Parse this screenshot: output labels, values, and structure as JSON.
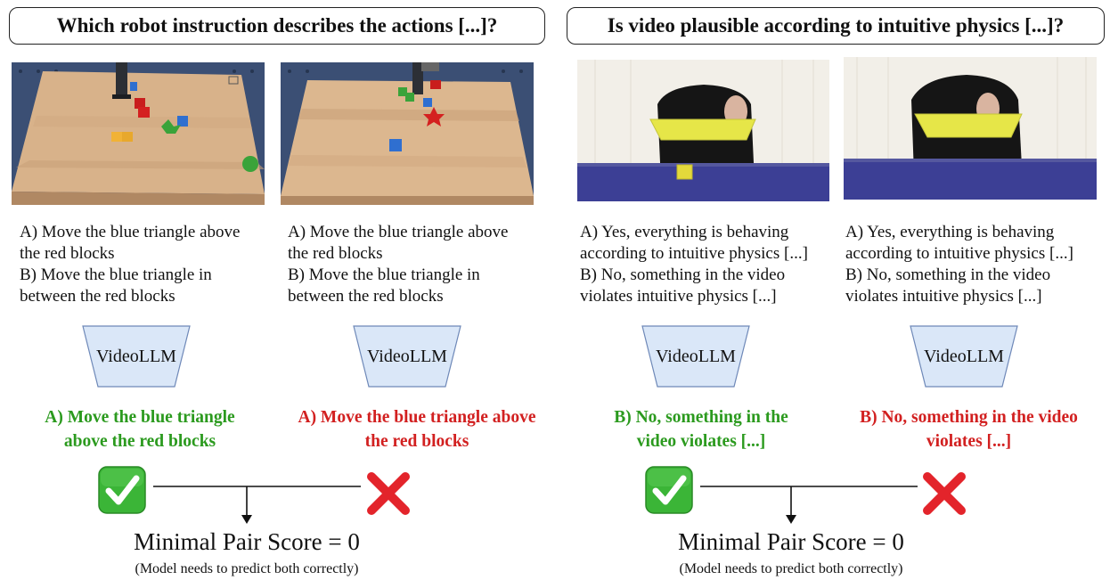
{
  "panels": [
    {
      "title": "Which robot instruction describes the actions [...]?",
      "items": [
        {
          "options": [
            "A) Move the blue triangle above",
            "the red blocks",
            "B) Move the blue triangle in",
            "between the red blocks"
          ],
          "model": "VideoLLM",
          "answer": [
            "A) Move the blue triangle",
            "above the red blocks"
          ],
          "correct": true
        },
        {
          "options": [
            "A) Move the blue triangle above",
            "the red blocks",
            "B) Move the blue triangle in",
            "between the red blocks"
          ],
          "model": "VideoLLM",
          "answer": [
            "A) Move the blue triangle above",
            "the red blocks"
          ],
          "correct": false
        }
      ],
      "score": "Minimal Pair Score = 0",
      "note": "(Model needs to predict both correctly)"
    },
    {
      "title": "Is video plausible according to intuitive physics [...]?",
      "items": [
        {
          "options": [
            "A) Yes, everything is behaving",
            "according to intuitive physics [...]",
            "B) No, something in the video",
            "violates intuitive physics [...]"
          ],
          "model": "VideoLLM",
          "answer": [
            "B) No, something in the",
            "video violates [...]"
          ],
          "correct": true
        },
        {
          "options": [
            "A) Yes, everything is behaving",
            "according to intuitive physics [...]",
            "B) No, something in the video",
            "violates intuitive physics [...]"
          ],
          "model": "VideoLLM",
          "answer": [
            "B) No, something in the video",
            "violates [...]"
          ],
          "correct": false
        }
      ],
      "score": "Minimal Pair Score = 0",
      "note": "(Model needs to predict both correctly)"
    }
  ],
  "icons": {
    "correct": "check-mark-icon",
    "wrong": "cross-mark-icon"
  },
  "colors": {
    "correct_text": "#2b9a1e",
    "wrong_text": "#d22020",
    "llm_fill": "#dae7f8",
    "llm_stroke": "#6e88b8"
  }
}
